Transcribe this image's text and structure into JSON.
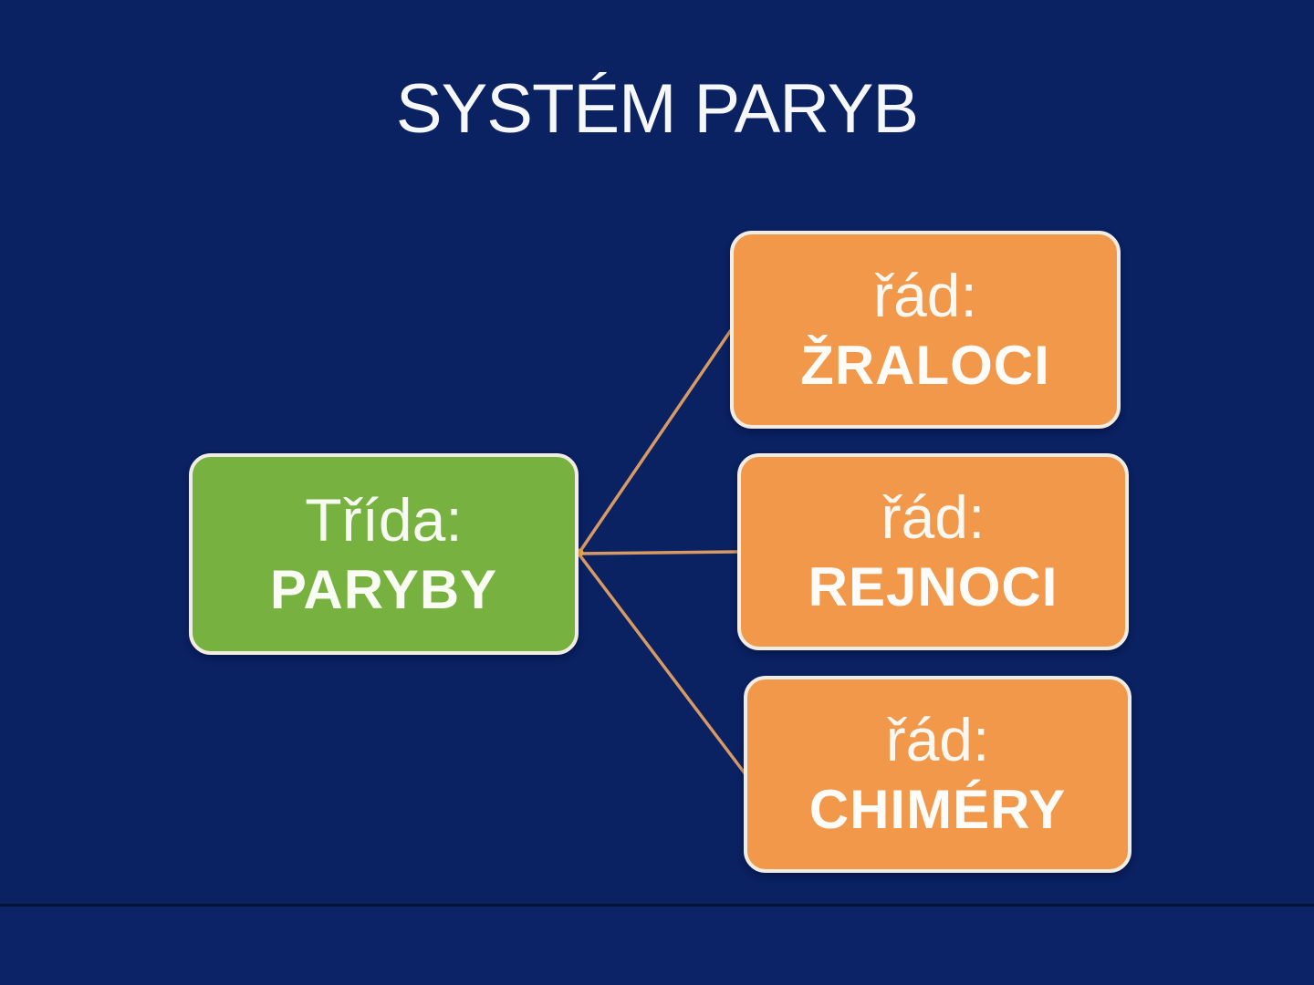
{
  "slide": {
    "title": "SYSTÉM PARYB",
    "diagram": {
      "type": "hierarchy-left-to-right",
      "root_node": {
        "label_top": "Třída:",
        "label_main": "PARYBY"
      },
      "child_nodes": [
        {
          "label_top": "řád:",
          "label_main": "ŽRALOCI"
        },
        {
          "label_top": "řád:",
          "label_main": "REJNOCI"
        },
        {
          "label_top": "řád:",
          "label_main": "CHIMÉRY"
        }
      ]
    },
    "colors": {
      "background": "#0a2162",
      "footer_strip": "#0c2467",
      "separator_line": "#051333",
      "root_node_fill": "#77b13f",
      "child_node_fill": "#f2984b",
      "node_border": "#f2ede2",
      "connector": "#d89a64",
      "connector_junction_dot": "#f3b04f",
      "title_text": "#f5f7fa",
      "node_text": "#fdfcf8"
    }
  }
}
